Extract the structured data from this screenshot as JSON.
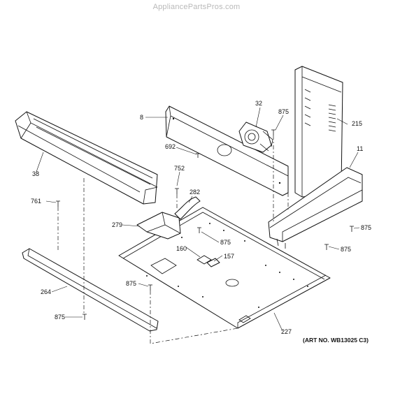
{
  "watermark": "AppliancePartsPros.com",
  "art_number": "(ART NO. WB13025 C3)",
  "callouts": [
    {
      "id": "c8",
      "label": "8"
    },
    {
      "id": "c32",
      "label": "32"
    },
    {
      "id": "c875a",
      "label": "875"
    },
    {
      "id": "c215",
      "label": "215"
    },
    {
      "id": "c11",
      "label": "11"
    },
    {
      "id": "c692",
      "label": "692"
    },
    {
      "id": "c38",
      "label": "38"
    },
    {
      "id": "c752",
      "label": "752"
    },
    {
      "id": "c282",
      "label": "282"
    },
    {
      "id": "c761",
      "label": "761"
    },
    {
      "id": "c279",
      "label": "279"
    },
    {
      "id": "c875b",
      "label": "875"
    },
    {
      "id": "c875c",
      "label": "875"
    },
    {
      "id": "c875d",
      "label": "875"
    },
    {
      "id": "c160",
      "label": "160"
    },
    {
      "id": "c157",
      "label": "157"
    },
    {
      "id": "c875e",
      "label": "875"
    },
    {
      "id": "c264",
      "label": "264"
    },
    {
      "id": "c875f",
      "label": "875"
    },
    {
      "id": "c227",
      "label": "227"
    }
  ]
}
